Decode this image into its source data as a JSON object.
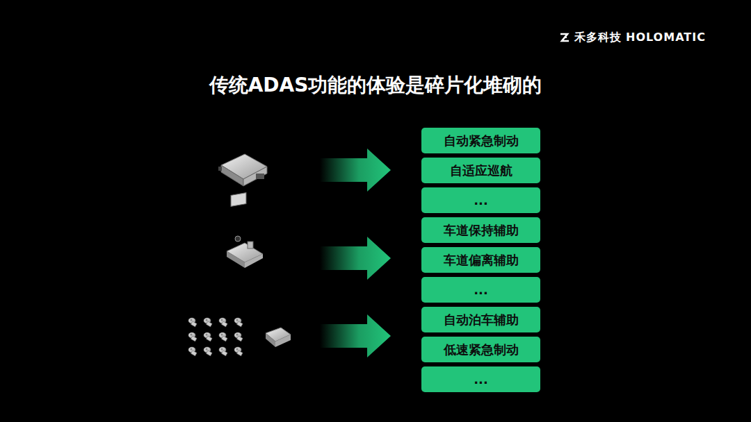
{
  "diagram": {
    "title": "传统ADAS功能的体验是碎片化堆砌的",
    "nodes": [
      {
        "text": [
          "自动紧急制动"
        ]
      },
      {
        "text": [
          "自适应巡航"
        ]
      },
      {
        "text": [
          "..."
        ]
      },
      {
        "text": [
          "车道保持辅助"
        ]
      },
      {
        "text": [
          "车道偏离辅助"
        ]
      },
      {
        "text": [
          "..."
        ]
      },
      {
        "text": [
          "自动泊车辅助"
        ]
      },
      {
        "text": [
          "低速紧急制动"
        ]
      },
      {
        "text": [
          "..."
        ]
      }
    ],
    "labels": [
      "禾多科技",
      "HOLOMATIC"
    ]
  }
}
